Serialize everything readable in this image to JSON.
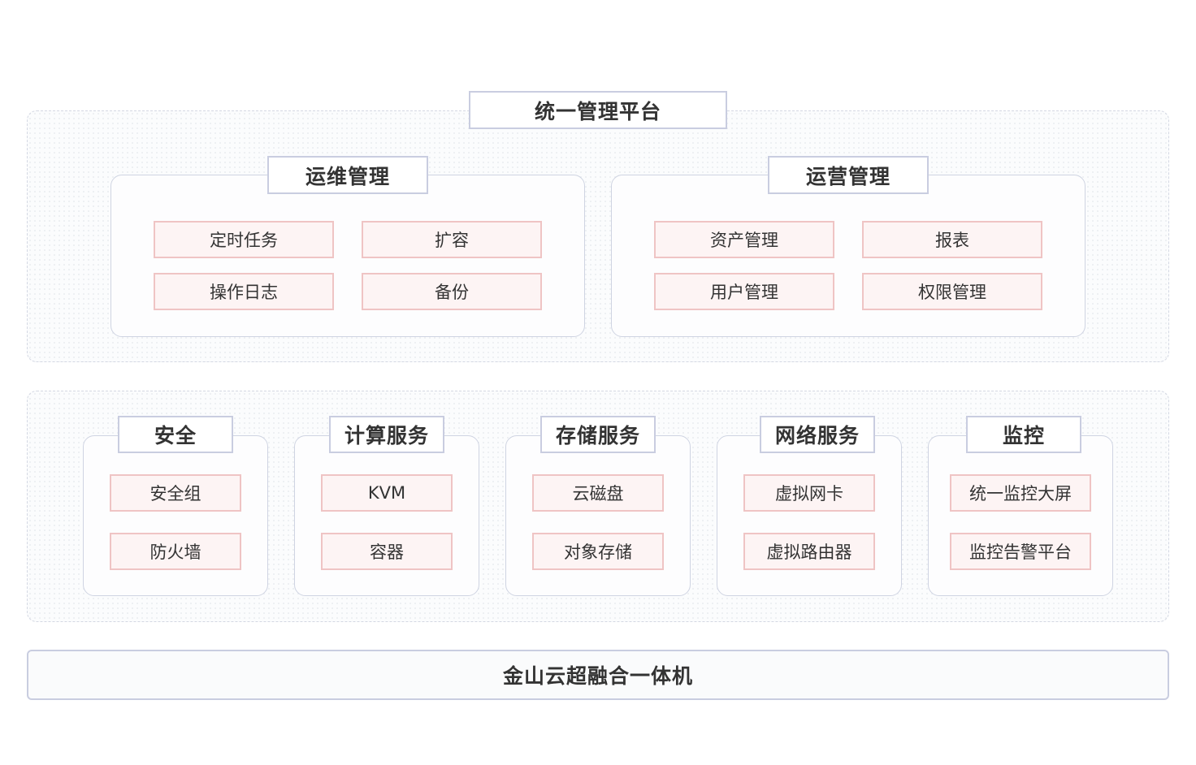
{
  "platform": {
    "title": "统一管理平台",
    "groups": [
      {
        "title": "运维管理",
        "items": [
          "定时任务",
          "扩容",
          "操作日志",
          "备份"
        ]
      },
      {
        "title": "运营管理",
        "items": [
          "资产管理",
          "报表",
          "用户管理",
          "权限管理"
        ]
      }
    ]
  },
  "services": {
    "groups": [
      {
        "title": "安全",
        "items": [
          "安全组",
          "防火墙"
        ]
      },
      {
        "title": "计算服务",
        "items": [
          "KVM",
          "容器"
        ]
      },
      {
        "title": "存储服务",
        "items": [
          "云磁盘",
          "对象存储"
        ]
      },
      {
        "title": "网络服务",
        "items": [
          "虚拟网卡",
          "虚拟路由器"
        ]
      },
      {
        "title": "监控",
        "items": [
          "统一监控大屏",
          "监控告警平台"
        ]
      }
    ]
  },
  "base": {
    "title": "金山云超融合一体机"
  },
  "colors": {
    "title_border": "#c9cde0",
    "item_border": "#efc4c4",
    "item_fill": "#fdf4f4",
    "layer_border": "#d4d8e3",
    "text": "#333333"
  }
}
